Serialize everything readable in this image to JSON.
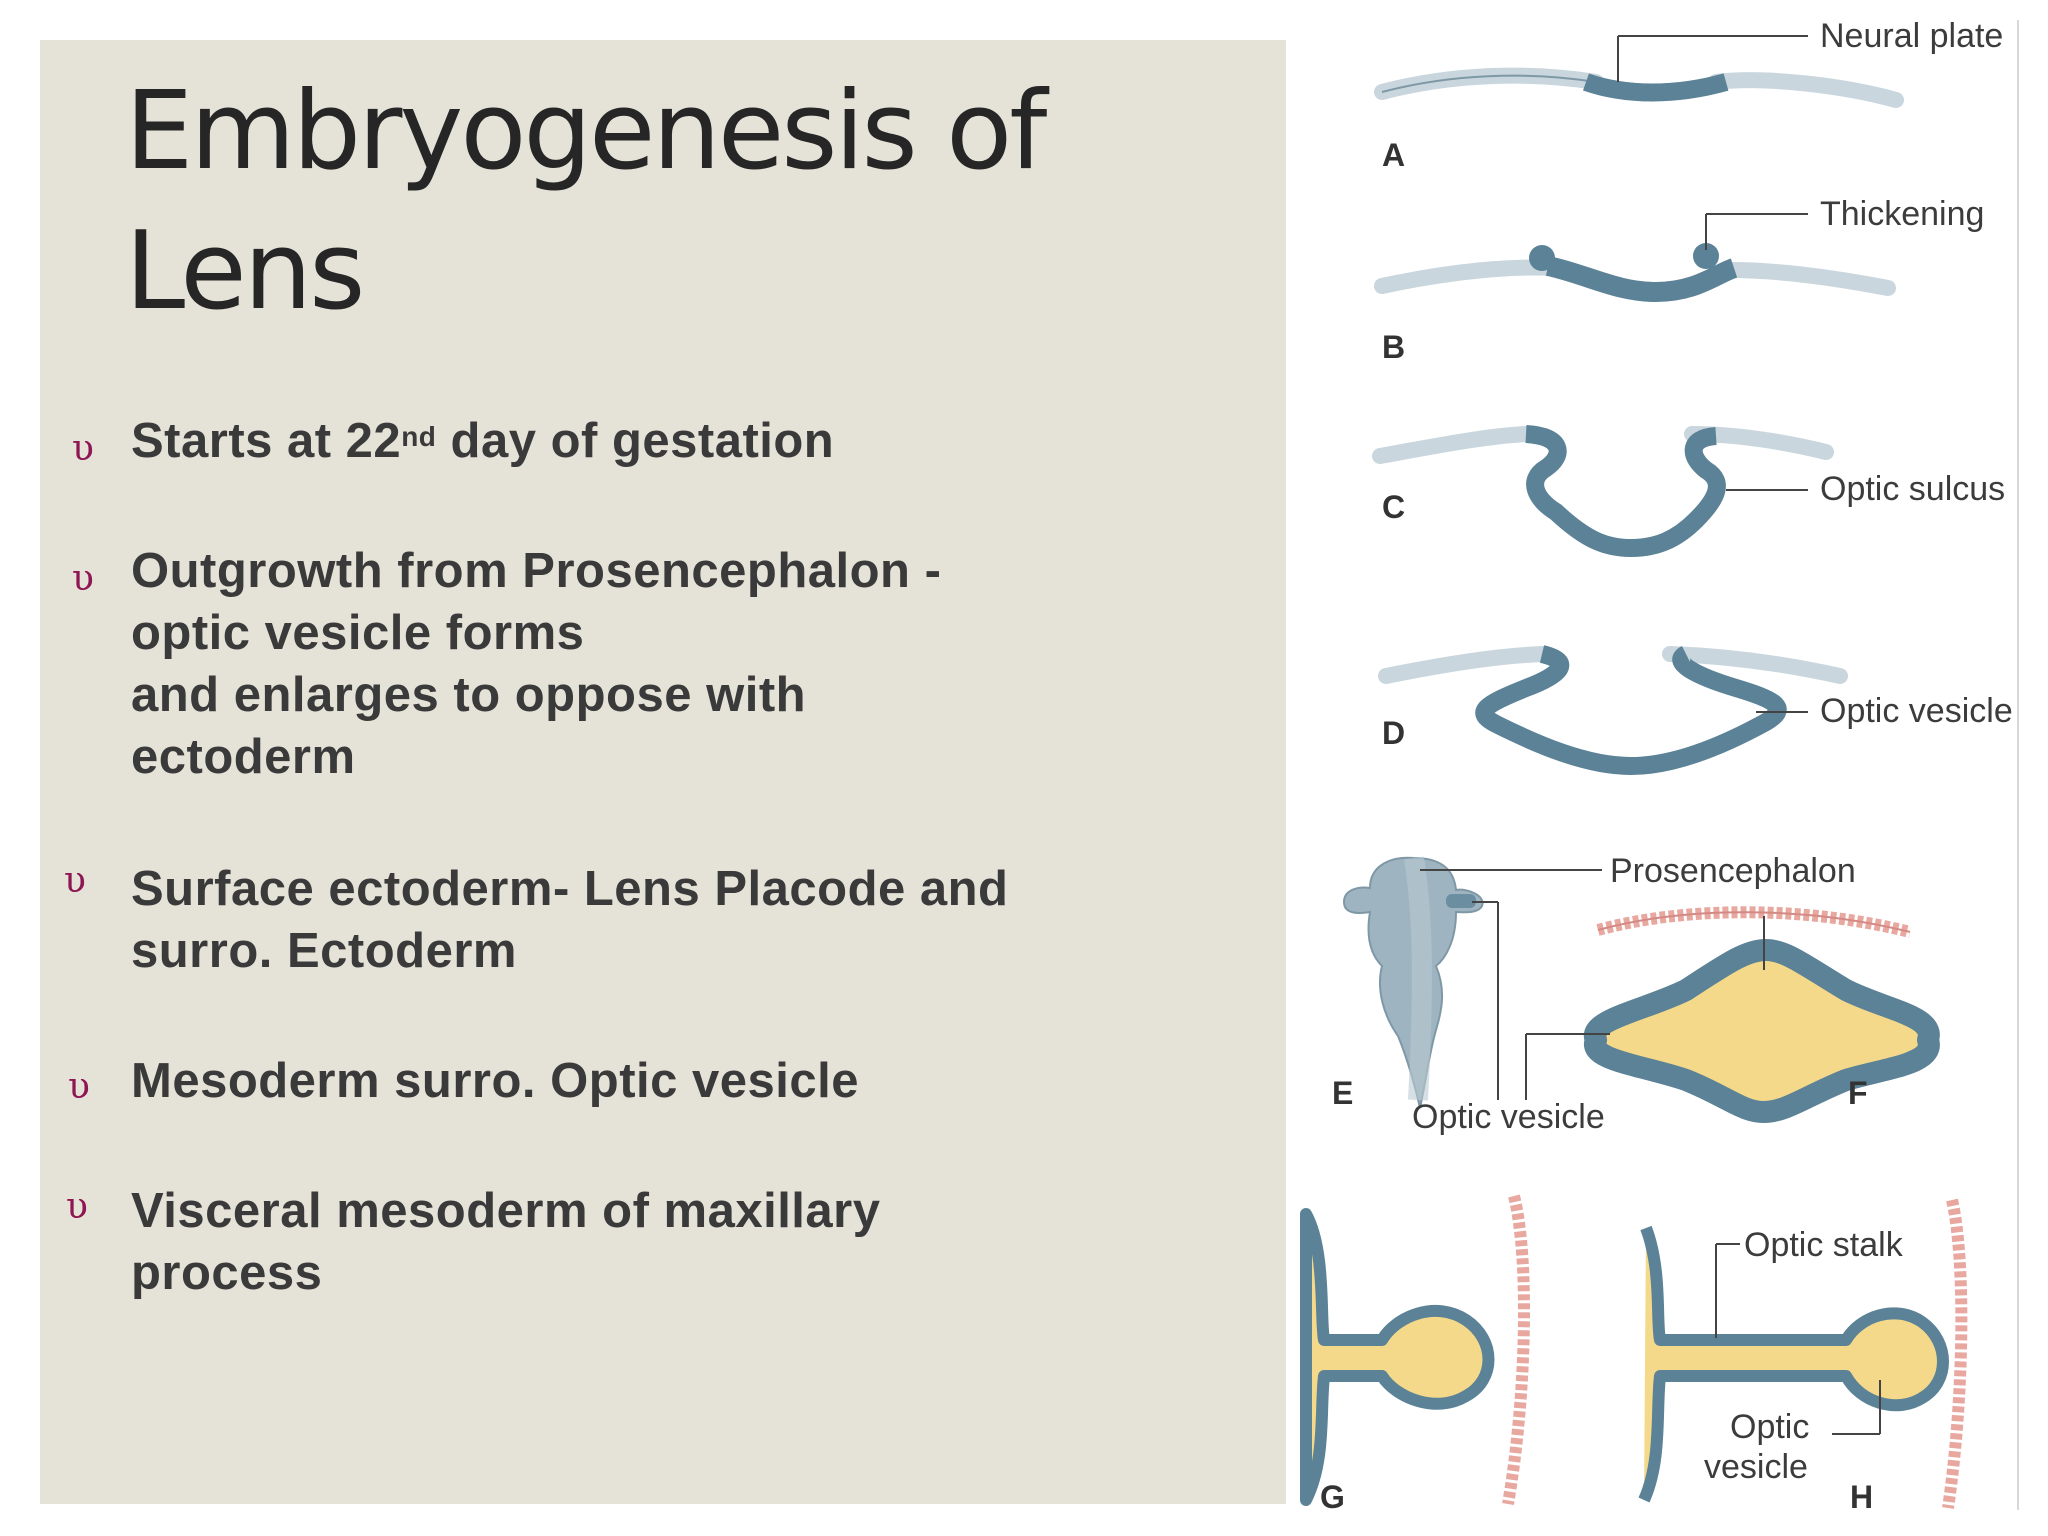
{
  "slide": {
    "title_line1": "Embryogenesis of",
    "title_line2": "Lens",
    "bullet_mark": "υ",
    "bullets": [
      {
        "part1": "Starts at 22",
        "sup": "nd",
        "part2": " day of  gestation"
      },
      {
        "lines": [
          "Outgrowth from Prosencephalon -",
          "optic vesicle forms",
          "and enlarges to oppose with",
          "ectoderm"
        ]
      },
      {
        "lines": [
          "Surface ectoderm- Lens Placode and",
          "surro. Ectoderm"
        ]
      },
      {
        "lines": [
          "Mesoderm surro. Optic vesicle"
        ]
      },
      {
        "lines": [
          "Visceral mesoderm of maxillary",
          "process"
        ]
      }
    ]
  },
  "figure": {
    "labels": {
      "neural_plate": "Neural plate",
      "thickening": "Thickening",
      "optic_sulcus": "Optic sulcus",
      "optic_vesicle_d": "Optic vesicle",
      "prosencephalon": "Prosencephalon",
      "optic_vesicle_e": "Optic vesicle",
      "optic_stalk": "Optic stalk",
      "optic_vesicle_h_1": "Optic",
      "optic_vesicle_h_2": "vesicle"
    },
    "panel_letters": [
      "A",
      "B",
      "C",
      "D",
      "E",
      "F",
      "G",
      "H"
    ]
  },
  "colors": {
    "panel_bg": "#e5e2d8",
    "title": "#262626",
    "bullet_text": "#3a3a3a",
    "bullet_mark": "#8e1652",
    "tissue_dark": "#5b8296",
    "tissue_light": "#c9d6dd",
    "lumen": "#f4d98a",
    "ectoderm": "#e8a8a0"
  }
}
